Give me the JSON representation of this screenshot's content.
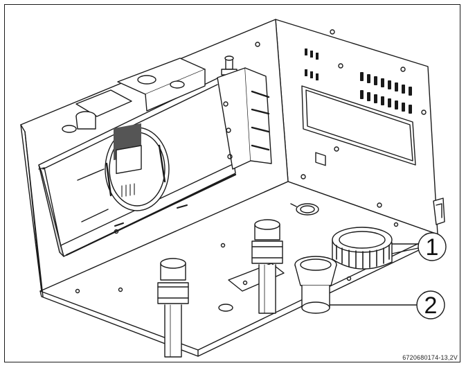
{
  "figure": {
    "callouts": [
      {
        "number": "1"
      },
      {
        "number": "2"
      }
    ],
    "figure_code": "6720680174-13,2V"
  },
  "colors": {
    "line": "#1a1a1a",
    "fill": "#ffffff",
    "shade": "#d9d9d9",
    "dark": "#555555"
  }
}
